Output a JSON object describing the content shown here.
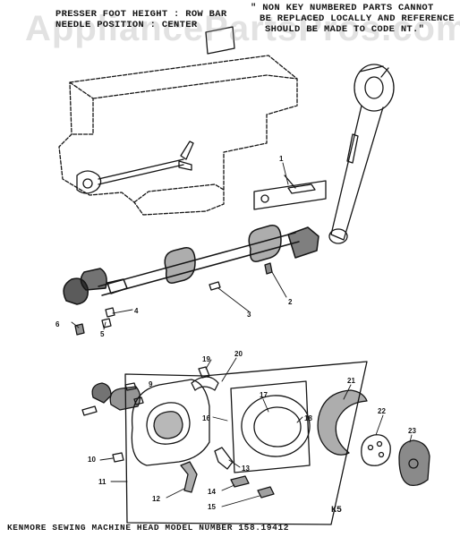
{
  "header": {
    "left_line1": "PRESSER FOOT HEIGHT : ROW BAR",
    "left_line2": "NEEDLE POSITION : CENTER",
    "right_line1": "\" NON KEY NUMBERED PARTS CANNOT",
    "right_line2": "BE REPLACED LOCALLY AND REFERENCE",
    "right_line3": "SHOULD BE MADE TO CODE NT.\""
  },
  "watermark": "AppliancePartsPros.com",
  "callouts": [
    "1",
    "2",
    "3",
    "4",
    "5",
    "6",
    "9",
    "10",
    "11",
    "12",
    "13",
    "14",
    "15",
    "16",
    "17",
    "18",
    "19",
    "20",
    "21",
    "22",
    "23"
  ],
  "footer": {
    "caption": "KENMORE SEWING MACHINE HEAD MODEL NUMBER 158.19412",
    "plate_mark": "K5"
  },
  "colors": {
    "ink": "#151515",
    "paper": "#ffffff",
    "watermark": "#969696"
  }
}
